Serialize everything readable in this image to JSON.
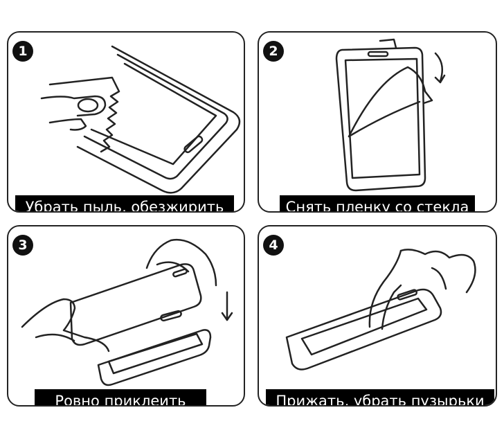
{
  "steps": [
    {
      "number": "1",
      "caption": "Убрать пыль, обезжирить",
      "icon": "phone-wipe-cloth-icon"
    },
    {
      "number": "2",
      "caption": "Снять пленку со стекла",
      "icon": "peel-film-icon"
    },
    {
      "number": "3",
      "caption": "Ровно приклеить",
      "icon": "apply-glass-icon"
    },
    {
      "number": "4",
      "caption": "Прижать, убрать пузырьки",
      "icon": "press-bubbles-icon"
    }
  ]
}
